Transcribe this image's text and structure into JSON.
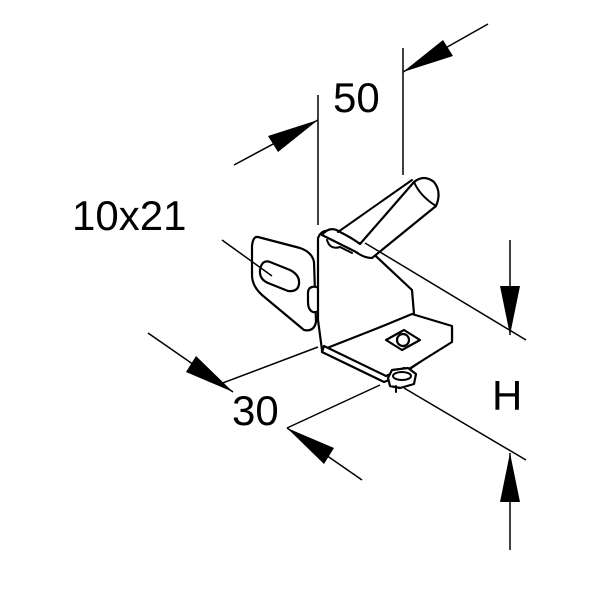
{
  "dimensions": {
    "top_width": "50",
    "slot_size": "10x21",
    "depth": "30",
    "height": "H"
  },
  "colors": {
    "line": "#000000",
    "background": "#ffffff"
  }
}
